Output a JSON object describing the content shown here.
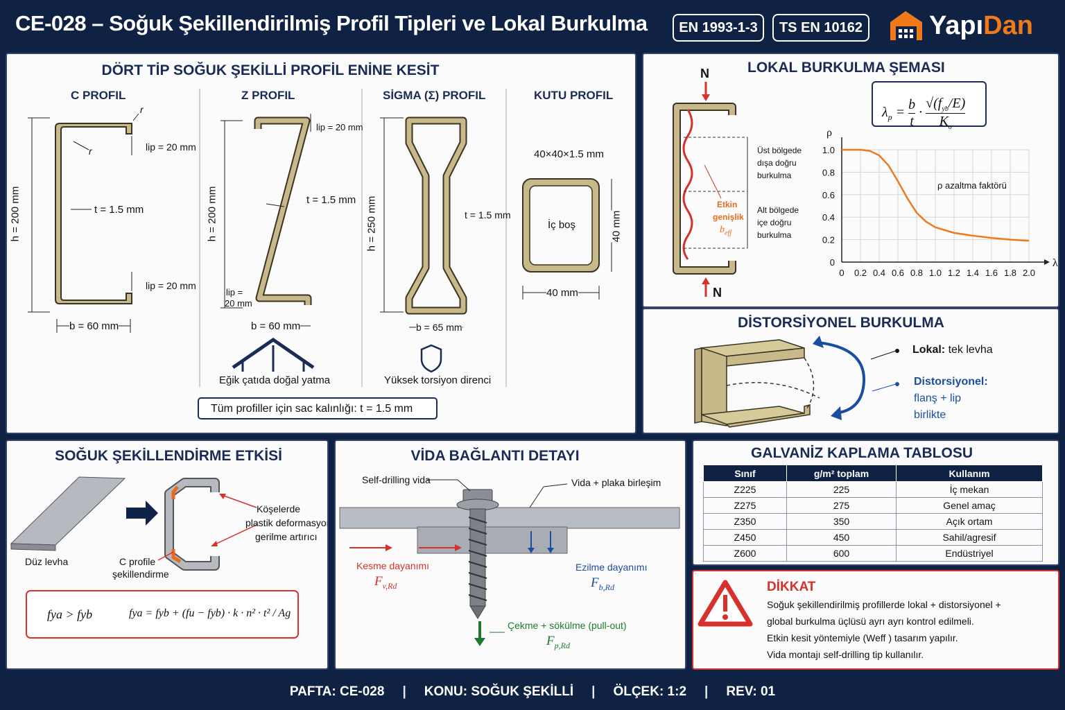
{
  "header": {
    "title": "CE-028 – Soğuk Şekillendirilmiş Profil Tipleri ve Lokal Burkulma",
    "standards": [
      "EN 1993-1-3",
      "TS EN 10162"
    ],
    "brand_first": "Yapı",
    "brand_second": "Dan"
  },
  "colors": {
    "navy": "#102244",
    "orange": "#f07a1a",
    "red": "#d6312c",
    "steel": "#c8b98a",
    "blue": "#1a4fa0",
    "green": "#1d7a2c"
  },
  "profiles": {
    "title": "DÖRT TİP SOĞUK ŞEKİLLİ PROFİL ENİNE KESİT",
    "c": {
      "name": "C PROFIL",
      "h": "h = 200 mm",
      "b": "b = 60 mm",
      "t": "t = 1.5 mm",
      "lip_top": "lip = 20 mm",
      "lip_bot": "lip = 20 mm",
      "r": "r"
    },
    "z": {
      "name": "Z PROFIL",
      "h": "h = 200 mm",
      "b": "b = 60 mm",
      "t": "t = 1.5 mm",
      "lip_top": "lip = 20 mm",
      "lip_bot_a": "lip =",
      "lip_bot_b": "20 mm",
      "note": "Eğik çatıda doğal yatma"
    },
    "sigma": {
      "name": "SİGMA (Σ) PROFIL",
      "h": "h = 250 mm",
      "b": "b = 65 mm",
      "t": "t = 1.5 mm",
      "note": "Yüksek torsiyon direnci"
    },
    "box": {
      "name": "KUTU PROFIL",
      "size": "40×40×1.5 mm",
      "inner": "İç boş",
      "w": "40 mm",
      "h": "40 mm"
    },
    "thickness_note": "Tüm profiller için sac kalınlığı:  t = 1.5 mm"
  },
  "local": {
    "title": "LOKAL BURKULMA ŞEMASI",
    "N_top": "N",
    "N_bot": "N",
    "upper_a": "Üst bölgede",
    "upper_b": "dışa doğru",
    "upper_c": "burkulma",
    "lower_a": "Alt bölgede",
    "lower_b": "içe doğru",
    "lower_c": "burkulma",
    "eff_a": "Etkin",
    "eff_b": "genişlik",
    "eff_c": "b",
    "eff_sub": "eff",
    "formula_lhs": "λ",
    "chart_label": "ρ azaltma faktörü"
  },
  "chart_data": {
    "type": "line",
    "title": "",
    "xlabel": "λp",
    "ylabel": "ρ",
    "xlim": [
      0,
      2.0
    ],
    "ylim": [
      0,
      1.0
    ],
    "xticks": [
      "0",
      "0.2",
      "0.4",
      "0.6",
      "0.8",
      "1.0",
      "1.2",
      "1.4",
      "1.6",
      "1.8",
      "2.0"
    ],
    "yticks": [
      "0",
      "0.2",
      "0.4",
      "0.6",
      "0.8",
      "1.0"
    ],
    "grid": true,
    "series": [
      {
        "name": "ρ azaltma faktörü",
        "x": [
          0,
          0.2,
          0.3,
          0.4,
          0.5,
          0.6,
          0.7,
          0.8,
          0.9,
          1.0,
          1.2,
          1.4,
          1.6,
          1.8,
          2.0
        ],
        "y": [
          1.0,
          1.0,
          0.99,
          0.95,
          0.86,
          0.72,
          0.57,
          0.44,
          0.36,
          0.31,
          0.26,
          0.235,
          0.215,
          0.2,
          0.19
        ]
      }
    ]
  },
  "distortion": {
    "title": "DİSTORSİYONEL BURKULMA",
    "local_bold": "Lokal:",
    "local_text": " tek levha",
    "dist_a": "Distorsiyonel:",
    "dist_b": "flanş + lip",
    "dist_c": "birlikte"
  },
  "cold": {
    "title": "SOĞUK ŞEKİLLENDİRME ETKİSİ",
    "plate": "Düz levha",
    "shape_a": "C profile",
    "shape_b": "şekillendirme",
    "corner_a": "Köşelerde",
    "corner_b": "plastik deformasyon /",
    "corner_c": "gerilme artırıcı",
    "formula_a": "fya > fyb",
    "formula_b": "fya = fyb + (fu − fyb) · k · n² · t² / Ag"
  },
  "screw": {
    "title": "VİDA BAĞLANTI DETAYI",
    "self": "Self-drilling vida",
    "plate": "Vida + plaka birleşim",
    "shear": "Kesme dayanımı",
    "shear_sym": "F",
    "shear_sub": "v,Rd",
    "bearing": "Ezilme dayanımı",
    "bearing_sym": "F",
    "bearing_sub": "b,Rd",
    "pull": "Çekme + sökülme (pull-out)",
    "pull_sym": "F",
    "pull_sub": "p,Rd"
  },
  "galv": {
    "title": "GALVANİZ KAPLAMA TABLOSU",
    "headers": [
      "Sınıf",
      "g/m² toplam",
      "Kullanım"
    ],
    "rows": [
      [
        "Z225",
        "225",
        "İç mekan"
      ],
      [
        "Z275",
        "275",
        "Genel amaç"
      ],
      [
        "Z350",
        "350",
        "Açık ortam"
      ],
      [
        "Z450",
        "450",
        "Sahil/agresif"
      ],
      [
        "Z600",
        "600",
        "Endüstriyel"
      ]
    ]
  },
  "warning": {
    "title": "DİKKAT",
    "line1": "Soğuk şekillendirilmiş profillerde lokal + distorsiyonel +",
    "line2": "global burkulma üçlüsü ayrı ayrı kontrol edilmeli.",
    "line3": "Etkin kesit yöntemiyle (Weff ) tasarım yapılır.",
    "line4": "Vida montajı self-drilling tip kullanılır."
  },
  "footer": {
    "sheet": "PAFTA: CE-028",
    "topic": "KONU: SOĞUK ŞEKİLLİ",
    "scale": "ÖLÇEK: 1:2",
    "rev": "REV: 01"
  }
}
